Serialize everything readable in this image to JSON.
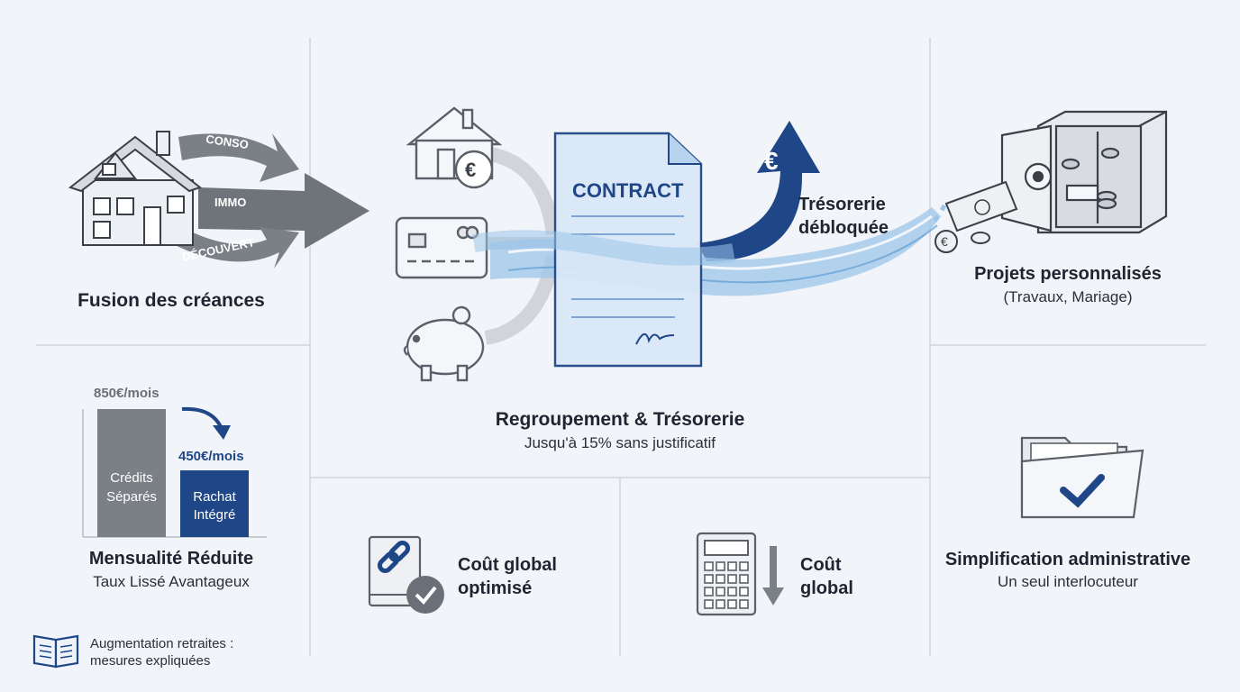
{
  "fusion": {
    "title": "Fusion des créances",
    "arrows": [
      "CONSO",
      "IMMO",
      "DÉCOUVERT"
    ]
  },
  "center": {
    "contract_label": "CONTRACT",
    "tresorerie_line1": "Trésorerie",
    "tresorerie_line2": "débloquée",
    "title": "Regroupement & Trésorerie",
    "subtitle": "Jusqu'à 15% sans justificatif"
  },
  "projets": {
    "title": "Projets personnalisés",
    "subtitle": "(Travaux, Mariage)"
  },
  "mensualite": {
    "before_value": "850€/mois",
    "after_value": "450€/mois",
    "before_label_line1": "Crédits",
    "before_label_line2": "Séparés",
    "after_label_line1": "Rachat",
    "after_label_line2": "Intégré",
    "title": "Mensualité Réduite",
    "subtitle": "Taux Lissé Avantageux"
  },
  "cout_optimise": {
    "line1": "Coût global",
    "line2": "optimisé"
  },
  "cout_global": {
    "line1": "Coût",
    "line2": "global"
  },
  "simplification": {
    "title": "Simplification administrative",
    "subtitle": "Un seul interlocuteur"
  },
  "footer_note": {
    "line1": "Augmentation retraites :",
    "line2": "mesures expliquées"
  },
  "colors": {
    "navy": "#1f4687",
    "gray_bar": "#7b7f86",
    "water": "#9cc5ea",
    "divider": "#c9ced6"
  },
  "icons": [
    "house-icon",
    "euro-coin-icon",
    "credit-card-icon",
    "piggy-bank-icon",
    "contract-document-icon",
    "euro-up-arrow-icon",
    "safe-icon",
    "banknote-icon",
    "link-document-icon",
    "calculator-icon",
    "down-arrow-icon",
    "folder-check-icon",
    "open-book-icon"
  ]
}
